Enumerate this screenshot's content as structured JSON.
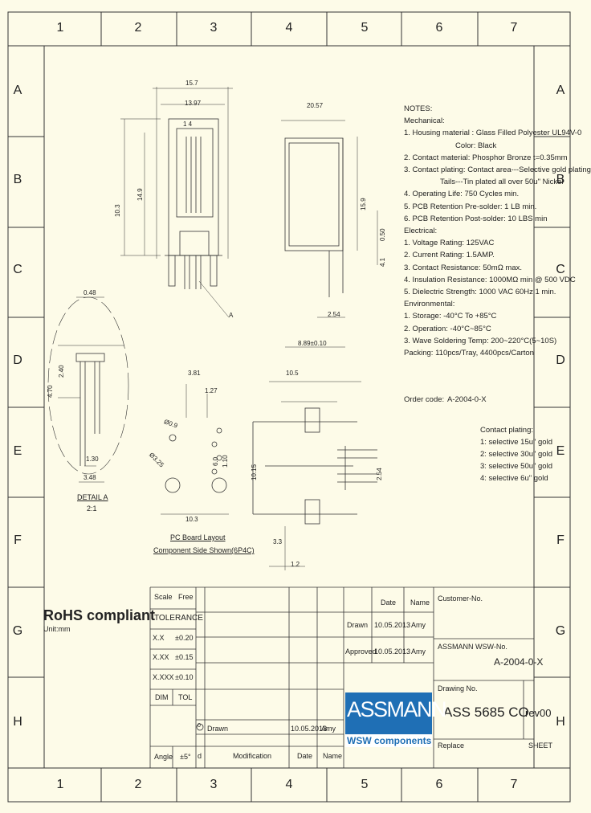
{
  "zones": {
    "columns": [
      "1",
      "2",
      "3",
      "4",
      "5",
      "6",
      "7"
    ],
    "rows": [
      "A",
      "B",
      "C",
      "D",
      "E",
      "F",
      "G",
      "H"
    ]
  },
  "notes": {
    "title": "NOTES:",
    "lines": [
      "Mechanical:",
      "1. Housing material : Glass Filled Polyester UL94V-0",
      "Color: Black",
      "2. Contact material: Phosphor Bronze t=0.35mm",
      "3. Contact plating: Contact area---Selective gold plating",
      "Tails---Tin plated all over 50u\" Nickel",
      "4. Operating Life: 750 Cycles min.",
      "5. PCB Retention Pre-solder: 1 LB min.",
      "6. PCB Retention Post-solder: 10 LBS min",
      "Electrical:",
      "1. Voltage Rating: 125VAC",
      "2. Current Rating: 1.5AMP.",
      "3. Contact Resistance: 50mΩ max.",
      "4. Insulation Resistance: 1000MΩ min @ 500 VDC",
      "5. Dielectric Strength: 1000 VAC 60Hz 1 min.",
      "Environmental:",
      "1. Storage: -40°C To +85°C",
      "2. Operation: -40°C~85°C",
      "3. Wave Soldering Temp: 200~220°C(5~10S)",
      "Packing: 110pcs/Tray, 4400pcs/Carton"
    ]
  },
  "order": {
    "label": "Order code:",
    "code": "A-2004-0-X"
  },
  "plating_options": {
    "title": "Contact plating:",
    "items": [
      "1: selective 15u\" gold",
      "2: selective 30u\" gold",
      "3: selective 50u\" gold",
      "4: selective 6u\" gold"
    ]
  },
  "dimensions": {
    "d1": "15.7",
    "d2": "13.97",
    "d3": "20.57",
    "d4": "10.3",
    "d5": "14.9",
    "d6": "15.9",
    "d7": "4.1",
    "d8": "0.50",
    "d9": "2.54",
    "d10": "8.89±0.10",
    "d11": "0.48",
    "d12": "2.40",
    "d13": "4.70",
    "d14": "1.30",
    "d15": "3.48",
    "d16": "3.81",
    "d17": "1.27",
    "d18": "10.5",
    "d19": "10.15",
    "d20": "2.54",
    "d21": "3.3",
    "d22": "1.2",
    "d23": "10.3",
    "d24": "Ø3.25",
    "d25": "Ø0.9",
    "d26": "6.0",
    "d27": "1.10",
    "pin_label": "1   4",
    "callout": "A"
  },
  "detail": {
    "title": "DETAIL A",
    "scale": "2:1"
  },
  "pcb": {
    "title": "PC Board Layout",
    "subtitle": "Component Side Shown(6P4C)"
  },
  "rohs": {
    "title": "RoHS compliant",
    "unit": "Unit:mm"
  },
  "titleblock": {
    "scale_label": "Scale",
    "scale_value": "Free",
    "tolerance": "TOLERANCE",
    "tol_rows": [
      {
        "k": "X.X",
        "v": "±0.20"
      },
      {
        "k": "X.XX",
        "v": "±0.15"
      },
      {
        "k": "X.XXX",
        "v": "±0.10"
      }
    ],
    "dim": "DIM",
    "tol": "TOL",
    "angle": "Angle",
    "angle_value": "±5°",
    "date_h": "Date",
    "name_h": "Name",
    "drawn": "Drawn",
    "drawn_date": "10.05.2013",
    "drawn_name": "Amy",
    "approved": "Approved",
    "approved_date": "10.05.2013",
    "approved_name": "Amy",
    "customer_no": "Customer-No.",
    "assmann_no": "ASSMANN WSW-No.",
    "part_no": "A-2004-0-X",
    "drawing_no": "Drawing No.",
    "drawing_value": "ASS 5685 CO",
    "rev": "rev00",
    "replace": "Replace",
    "sheet": "SHEET",
    "rev_mark": "0",
    "rev_text": "Drawn",
    "rev_date": "10.05.2013",
    "rev_name": "Amy",
    "col_d": "d",
    "modification": "Modification",
    "rev_date_h": "Date",
    "rev_name_h": "Name",
    "logo_top": "ASSMANN",
    "logo_bottom": "WSW components"
  },
  "colors": {
    "background": "#fdfbe8",
    "logo": "#1f6fb5"
  }
}
